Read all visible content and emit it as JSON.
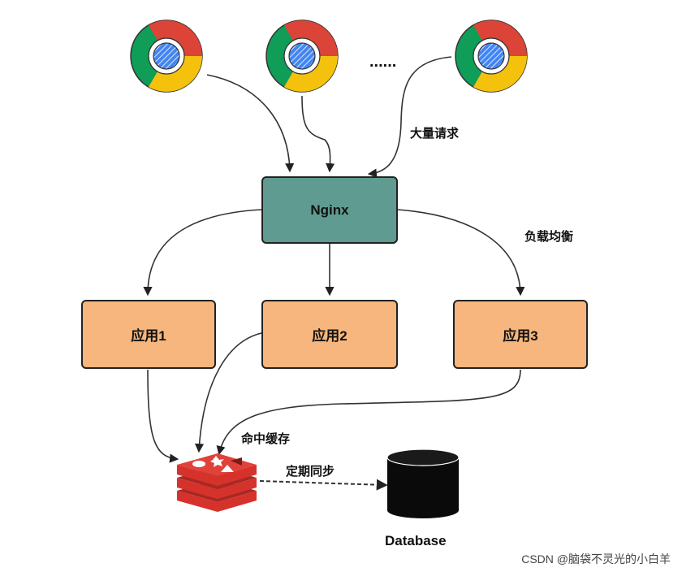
{
  "nodes": {
    "nginx": "Nginx",
    "app1": "应用1",
    "app2": "应用2",
    "app3": "应用3",
    "database": "Database"
  },
  "edge_labels": {
    "requests": "大量请求",
    "load_balance": "负载均衡",
    "cache_hit": "命中缓存",
    "periodic_sync": "定期同步",
    "ellipsis": "......"
  },
  "icons": {
    "browser": "chrome-browser-icon",
    "cache": "redis-cache-icon",
    "db": "database-cylinder-icon"
  },
  "colors": {
    "nginx": "#5f9b91",
    "app": "#f6b67d",
    "redis": "#d6322c",
    "chrome_red": "#db4437",
    "chrome_yellow": "#f4c20d",
    "chrome_green": "#0f9d58",
    "chrome_blue": "#4285f4"
  },
  "watermark": "CSDN @脑袋不灵光的小白羊"
}
